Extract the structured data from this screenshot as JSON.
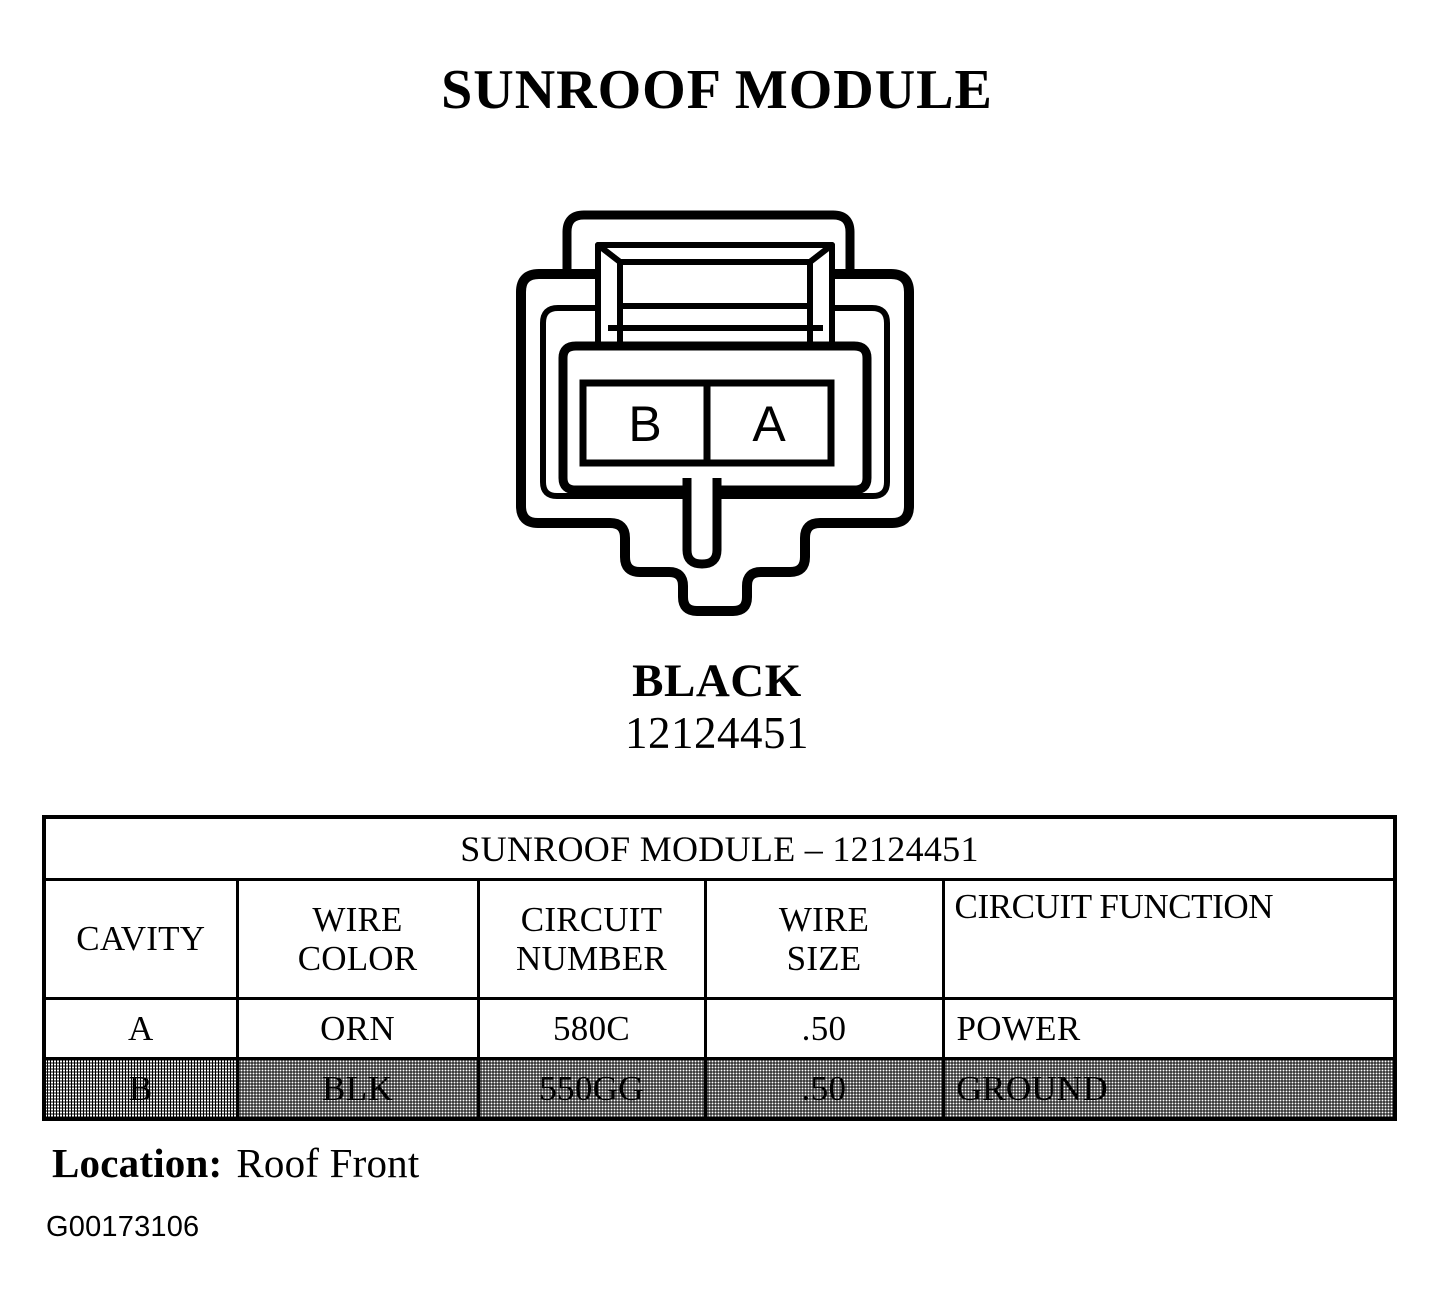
{
  "page": {
    "title": "SUNROOF MODULE",
    "figure_id": "G00173106"
  },
  "connector": {
    "color_name": "BLACK",
    "part_number": "12124451",
    "cavity_labels": {
      "left": "B",
      "right": "A"
    }
  },
  "pinout_table": {
    "title": "SUNROOF MODULE – 12124451",
    "columns": [
      "CAVITY",
      "WIRE COLOR",
      "CIRCUIT NUMBER",
      "WIRE SIZE",
      "CIRCUIT FUNCTION"
    ],
    "column_lines": [
      [
        "CAVITY",
        ""
      ],
      [
        "WIRE",
        "COLOR"
      ],
      [
        "CIRCUIT",
        "NUMBER"
      ],
      [
        "WIRE",
        "SIZE"
      ],
      [
        "CIRCUIT FUNCTION",
        ""
      ]
    ],
    "rows": [
      {
        "cavity": "A",
        "wire_color": "ORN",
        "circuit_number": "580C",
        "wire_size": ".50",
        "circuit_function": "POWER",
        "shaded": false
      },
      {
        "cavity": "B",
        "wire_color": "BLK",
        "circuit_number": "550GG",
        "wire_size": ".50",
        "circuit_function": "GROUND",
        "shaded": true
      }
    ]
  },
  "location": {
    "label": "Location:",
    "value": "Roof Front"
  },
  "colors": {
    "ink": "#000000",
    "paper": "#ffffff",
    "shade": "#b9b9b9"
  }
}
